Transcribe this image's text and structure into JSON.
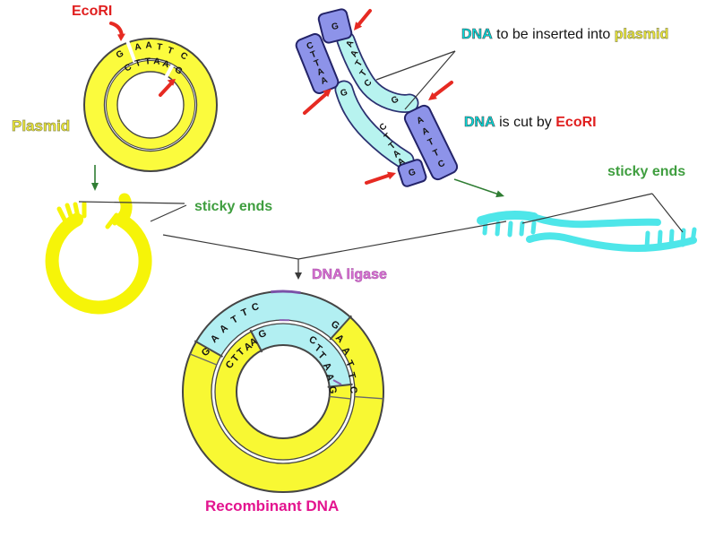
{
  "labels": {
    "ecori": "EcoRI",
    "plasmid": "Plasmid",
    "sticky_ends_left": "sticky ends",
    "sticky_ends_right": "sticky ends",
    "dna_ligase": "DNA ligase",
    "recombinant_dna": "Recombinant DNA"
  },
  "captions": {
    "insert": {
      "dna": "DNA",
      "middle": " to be inserted into ",
      "plasmid": "plasmid"
    },
    "cut": {
      "dna": "DNA",
      "middle": " is cut by ",
      "ecori": "EcoRI"
    }
  },
  "sequences": {
    "plasmid_outer": [
      "G",
      "A",
      "A",
      "T",
      "T",
      "C"
    ],
    "plasmid_inner": [
      "C",
      "T",
      "T",
      "A",
      "A",
      "G"
    ],
    "fragment": {
      "top_end_block": "G",
      "left_end_block": [
        "C",
        "T",
        "T",
        "A",
        "A"
      ],
      "insert_top_overhang": [
        "A",
        "A",
        "T",
        "T",
        "C"
      ],
      "insert_top_end": "G",
      "right_end_block": [
        "A",
        "A",
        "T",
        "T",
        "C"
      ],
      "insert_bottom_start": "G",
      "insert_bottom_overhang": [
        "C",
        "T",
        "T",
        "A",
        "A"
      ],
      "bottom_end_block": "G"
    },
    "recombinant": {
      "outer_plasmid_g": "G",
      "outer_insert_start": [
        "A",
        "A",
        "T",
        "T",
        "C"
      ],
      "outer_insert_end": "G",
      "outer_plasmid_right": [
        "A",
        "A",
        "T",
        "T",
        "C"
      ],
      "inner_plasmid_left": [
        "C",
        "T",
        "T",
        "A",
        "A"
      ],
      "inner_insert_start": "G",
      "inner_insert_end": [
        "C",
        "T",
        "T",
        "A",
        "A"
      ],
      "inner_plasmid_g": "G"
    }
  },
  "colors": {
    "plasmid_yellow": "#fbfb3d",
    "insert_cyan": "#b7f3ef",
    "fragment_purple": "#8d93e9",
    "marker_cyan": "#4ee6e9",
    "arrow_red": "#e62a22",
    "label_red": "#e01f1f",
    "label_green": "#3f9e3f",
    "label_cyan": "#00dfe0",
    "label_yellow": "#f0ec32",
    "label_orchid": "#d66fd1",
    "label_magenta": "#e3148f"
  }
}
